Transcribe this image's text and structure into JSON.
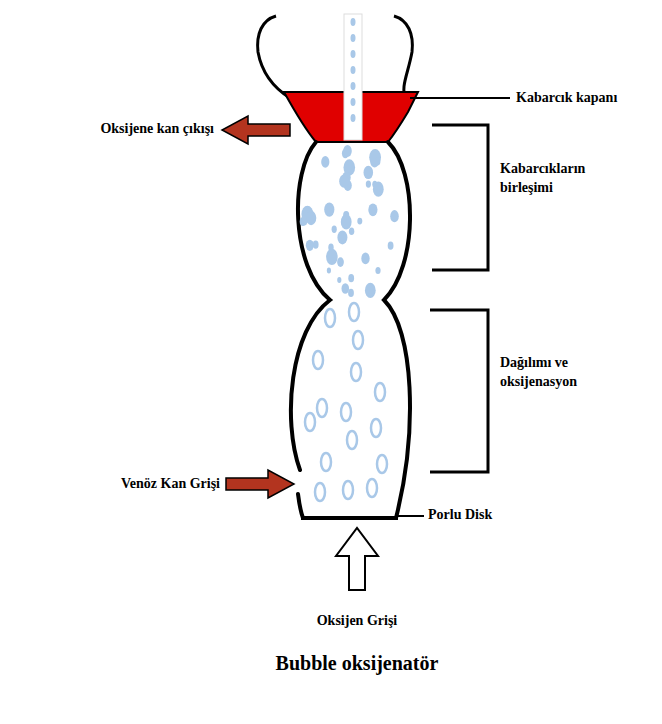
{
  "diagram": {
    "caption": "Bubble oksijenatör",
    "labels": [
      "Kabarcık kapanı",
      "Oksijene kan çıkışı",
      "Kabarcıkların birleşimi",
      "Dağılımı ve oksijenasyon",
      "Venöz Kan Grişi",
      "Porlu Disk",
      "Oksijen Grişi"
    ]
  }
}
